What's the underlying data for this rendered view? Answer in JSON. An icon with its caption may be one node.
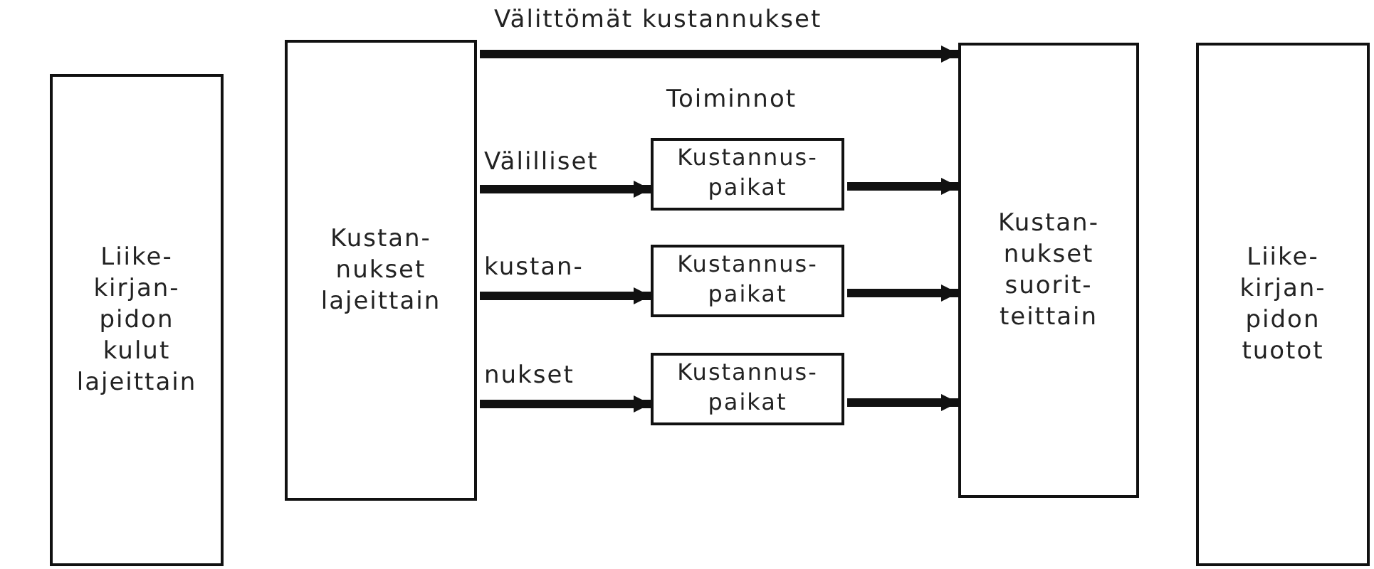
{
  "diagram": {
    "nodes": [
      {
        "text": [
          "Liike- kirjan- pidon kulut lajeittain"
        ]
      },
      {
        "text": [
          "Kustan- nukset lajeittain"
        ]
      },
      {
        "text": [
          "Kustannus- paikat"
        ]
      },
      {
        "text": [
          "Kustannus- paikat"
        ]
      },
      {
        "text": [
          "Kustannus- paikat"
        ]
      },
      {
        "text": [
          "Kustan- nukset suorit- teittain"
        ]
      },
      {
        "text": [
          "Liike- kirjan- pidon tuotot"
        ]
      }
    ],
    "edges": [
      {
        "from": 1,
        "to": 5,
        "arrow": "to",
        "label": "Välittömät kustannukset"
      },
      {
        "from": 1,
        "to": 2,
        "arrow": "to",
        "label": "Välilliset"
      },
      {
        "from": 1,
        "to": 3,
        "arrow": "to",
        "label": "kustan-"
      },
      {
        "from": 1,
        "to": 4,
        "arrow": "to",
        "label": "nukset"
      },
      {
        "from": 2,
        "to": 5,
        "arrow": "to"
      },
      {
        "from": 3,
        "to": 5,
        "arrow": "to"
      },
      {
        "from": 4,
        "to": 5,
        "arrow": "to"
      }
    ],
    "labels": [
      "Toiminnot"
    ]
  }
}
